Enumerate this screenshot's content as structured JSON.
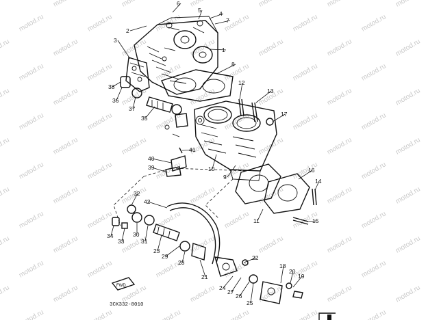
{
  "diagram": {
    "watermark": "motod.ru",
    "catalog_code": "3CK332-8010",
    "fwd_label": "FWD",
    "callouts": [
      "1",
      "2",
      "3",
      "4",
      "5",
      "6",
      "7",
      "8",
      "9",
      "10",
      "11",
      "12",
      "13",
      "14",
      "15",
      "16",
      "17",
      "18",
      "19",
      "20",
      "21",
      "22",
      "23",
      "24",
      "25",
      "26",
      "27",
      "28",
      "29",
      "30",
      "31",
      "32",
      "33",
      "34",
      "35",
      "36",
      "37",
      "38",
      "39",
      "40",
      "41",
      "42"
    ]
  }
}
